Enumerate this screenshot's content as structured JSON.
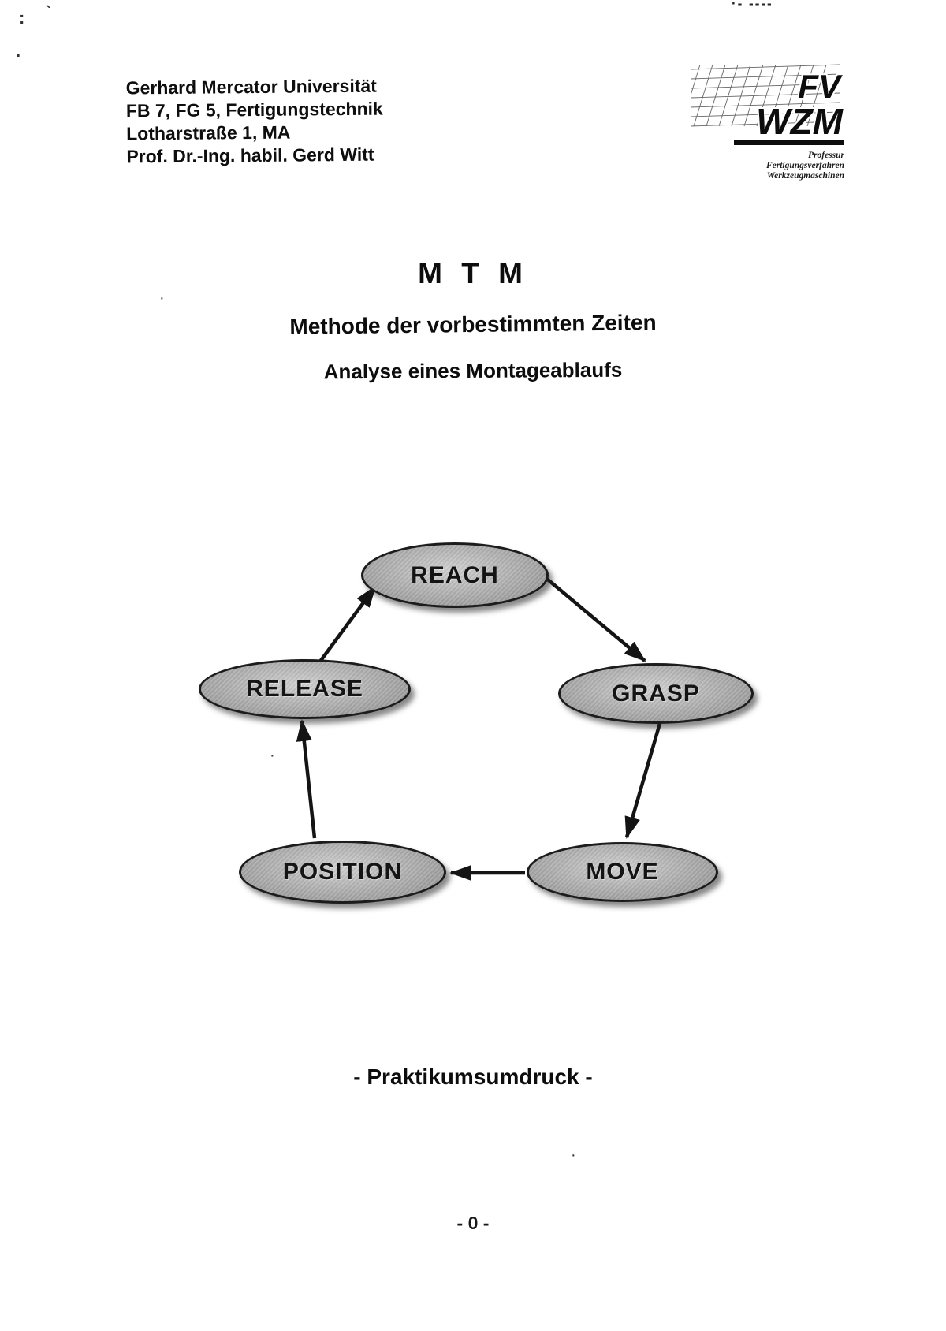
{
  "header": {
    "lines": [
      "Gerhard Mercator Universität",
      "FB 7, FG 5, Fertigungstechnik",
      "Lotharstraße 1, MA",
      "Prof. Dr.-Ing. habil. Gerd Witt"
    ]
  },
  "logo": {
    "acronym_top": "FV",
    "acronym_bottom": "WZM",
    "captions": [
      "Professur",
      "Fertigungsverfahren",
      "Werkzeugmaschinen"
    ]
  },
  "title": "M T M",
  "subtitle1": "Methode der vorbestimmten Zeiten",
  "subtitle2": "Analyse eines Montageablaufs",
  "footer_label": "- Praktikumsumdruck -",
  "page_number": "- 0 -",
  "diagram": {
    "type": "cycle",
    "nodes": [
      {
        "id": "reach",
        "label": "REACH"
      },
      {
        "id": "grasp",
        "label": "GRASP"
      },
      {
        "id": "move",
        "label": "MOVE"
      },
      {
        "id": "position",
        "label": "POSITION"
      },
      {
        "id": "release",
        "label": "RELEASE"
      }
    ],
    "edges": [
      {
        "from": "reach",
        "to": "grasp"
      },
      {
        "from": "grasp",
        "to": "move"
      },
      {
        "from": "move",
        "to": "position"
      },
      {
        "from": "position",
        "to": "release"
      },
      {
        "from": "release",
        "to": "reach"
      }
    ]
  },
  "artifacts": {
    "colon": ":",
    "tick": "`",
    "dot": ".",
    "middot": "·",
    "dashes": "·- ----"
  }
}
